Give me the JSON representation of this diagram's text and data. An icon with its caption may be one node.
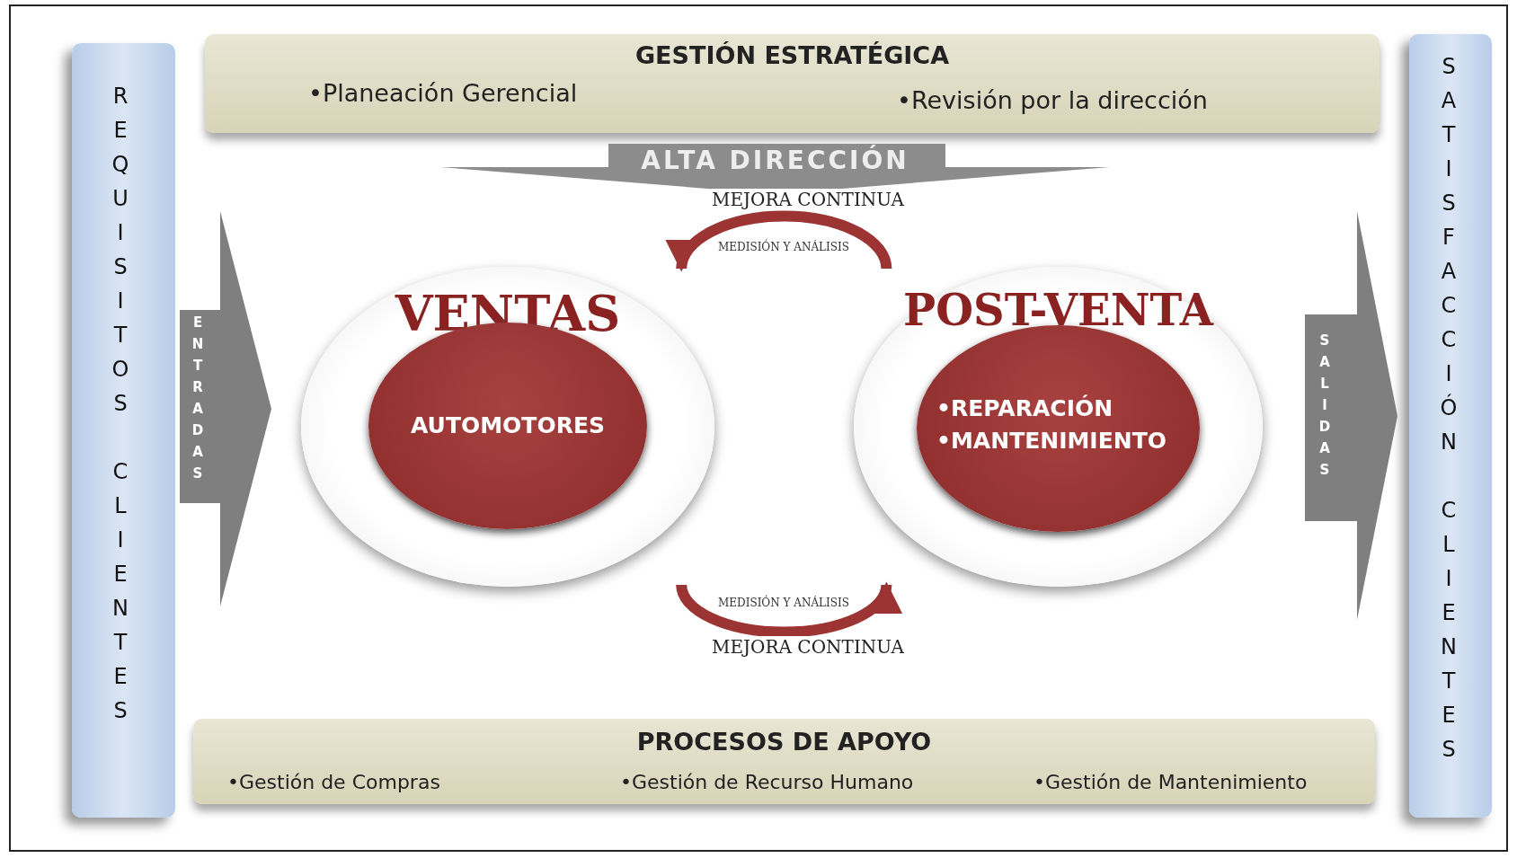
{
  "diagram": {
    "nodes": [
      {
        "text": [
          "REQUISITOS CLIENTES"
        ]
      },
      {
        "text": [
          "GESTIÓN ESTRATÉGICA",
          "•Planeación Gerencial",
          "•Revisión por la dirección"
        ]
      },
      {
        "text": [
          "SATISFACCIÓN CLIENTES"
        ]
      },
      {
        "text": [
          "ALTA DIRECCIÓN"
        ]
      },
      {
        "text": [
          "ENTRADAS"
        ]
      },
      {
        "text": [
          "VENTAS"
        ]
      },
      {
        "text": [
          "AUTOMOTORES"
        ],
        "in": 5
      },
      {
        "text": [
          "POST-VENTA"
        ]
      },
      {
        "text": [
          "•REPARACIÓN",
          "•MANTENIMIENTO"
        ],
        "in": 7
      },
      {
        "text": [
          "SALIDAS"
        ]
      },
      {
        "text": [
          "PROCESOS DE APOYO",
          "•Gestión de Compras",
          "•Gestión de Recurso Humano",
          "•Gestión de Mantenimiento"
        ]
      }
    ],
    "edges": [
      {
        "from": 7,
        "to": 5,
        "arrow": "to",
        "label": "MEJORA CONTINUA"
      },
      {
        "from": 5,
        "to": 7,
        "arrow": "to",
        "label": "MEJORA CONTINUA"
      }
    ],
    "labels": [
      "MEDISIÓN Y ANÁLISIS",
      "MEDISIÓN Y ANÁLISIS"
    ]
  }
}
